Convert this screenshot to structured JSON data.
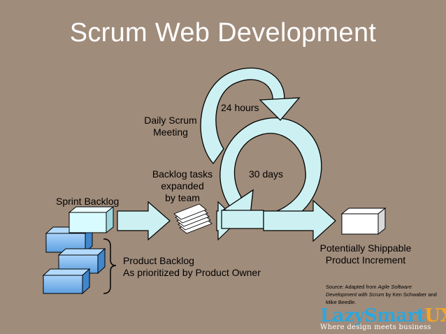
{
  "title": "Scrum Web Development",
  "labels": {
    "daily_scrum": [
      "Daily Scrum",
      "Meeting"
    ],
    "hours": "24 hours",
    "days": "30 days",
    "backlog_tasks": [
      "Backlog tasks",
      "expanded",
      "by team"
    ],
    "sprint_backlog": "Sprint Backlog",
    "product_backlog": [
      "Product Backlog",
      "As prioritized by Product Owner"
    ],
    "increment": [
      "Potentially Shippable",
      "Product Increment"
    ]
  },
  "source": {
    "prefix": "Source: Adapted from ",
    "book": "Agile Software Development with Scrum",
    "suffix": " by Ken Schwaber and Mike Beedle."
  },
  "brand": {
    "name_a": "LazySmart",
    "name_b": "UX",
    "tagline": "Where design meets business"
  },
  "colors": {
    "background": "#a08c7b",
    "cycle_fill": "#cdf1f2",
    "backlog_box": "#7fbcf2",
    "sprint_box": "#d8fbff",
    "brand_blue": "#29a8e0",
    "brand_orange": "#f5a623"
  }
}
